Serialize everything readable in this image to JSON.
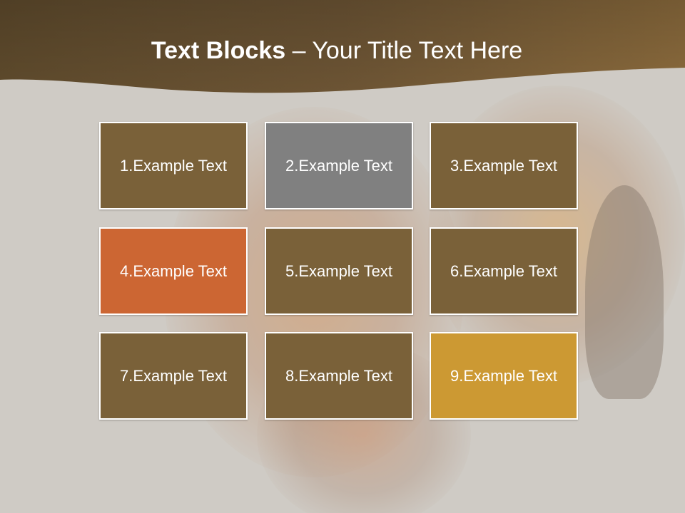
{
  "title": {
    "bold": "Text Blocks",
    "separator": " – ",
    "rest": "Your Title Text Here"
  },
  "colors": {
    "header": "#6b5534",
    "block_default": "#7a6139",
    "block_gray": "#808080",
    "block_orange": "#cc6633",
    "block_gold": "#cc9933"
  },
  "blocks": [
    {
      "label": "1.Example Text",
      "color": "#7a6139"
    },
    {
      "label": "2.Example Text",
      "color": "#808080"
    },
    {
      "label": "3.Example Text",
      "color": "#7a6139"
    },
    {
      "label": "4.Example Text",
      "color": "#cc6633"
    },
    {
      "label": "5.Example Text",
      "color": "#7a6139"
    },
    {
      "label": "6.Example Text",
      "color": "#7a6139"
    },
    {
      "label": "7.Example Text",
      "color": "#7a6139"
    },
    {
      "label": "8.Example Text",
      "color": "#7a6139"
    },
    {
      "label": "9.Example Text",
      "color": "#cc9933"
    }
  ]
}
